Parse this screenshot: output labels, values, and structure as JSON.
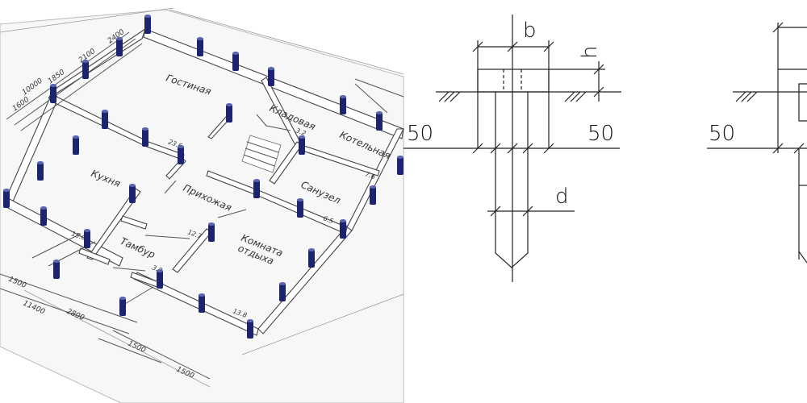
{
  "plan": {
    "rooms": {
      "living": "Гостиная",
      "pantry": "Кладовая",
      "boiler": "Котельная",
      "kitchen": "Кухня",
      "hall": "Прихожая",
      "bathroom": "Санузел",
      "vestibule": "Тамбур",
      "rest_line1": "Комната",
      "rest_line2": "отдыха"
    },
    "areas": {
      "a1": "23.6",
      "a2": "3.2",
      "a3": "7.6",
      "a4": "6.5",
      "a5": "12.7",
      "a6": "3.8",
      "a7": "13.8",
      "a8": "15.0"
    },
    "dimensions": {
      "left_total": "10000",
      "left_1600": "1600",
      "left_1850": "1850",
      "left_2100": "2100",
      "left_2400": "2400",
      "bottom_1500a": "1500",
      "bottom_1400": "11400",
      "bottom_2800": "2800",
      "bottom_1500b": "1500",
      "bottom_1500c": "1500"
    }
  },
  "detail": {
    "width_label": "b",
    "height_label": "h",
    "diameter_label": "d",
    "offset_left": "50",
    "offset_right": "50"
  },
  "detail2": {
    "offset_left": "50"
  },
  "colors": {
    "pile": "#1c2470",
    "pile_highlight": "#5a64b0",
    "line": "#222222"
  }
}
